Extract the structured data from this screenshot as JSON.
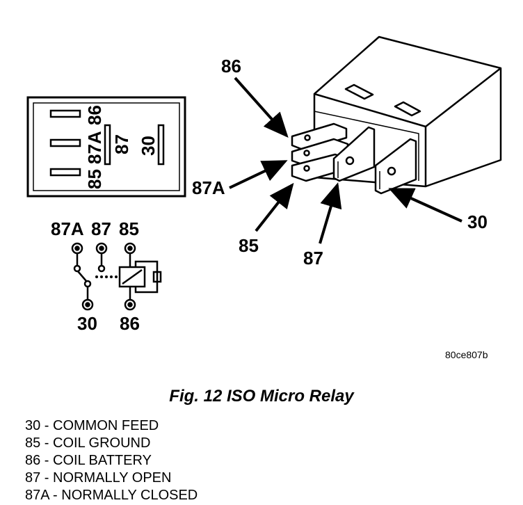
{
  "figure": {
    "caption": "Fig. 12 ISO Micro Relay",
    "code": "80ce807b"
  },
  "callouts": {
    "pin86": "86",
    "pin87A": "87A",
    "pin85": "85",
    "pin87": "87",
    "pin30": "30"
  },
  "top_view": {
    "col1": [
      "85",
      "87A",
      "86"
    ],
    "col2": "87",
    "col3": "30"
  },
  "schematic": {
    "top": [
      "87A",
      "87",
      "85"
    ],
    "bottom": [
      "30",
      "86"
    ]
  },
  "legend": [
    "30 - COMMON FEED",
    "85 - COIL GROUND",
    "86 - COIL BATTERY",
    "87 - NORMALLY OPEN",
    "87A - NORMALLY CLOSED"
  ]
}
